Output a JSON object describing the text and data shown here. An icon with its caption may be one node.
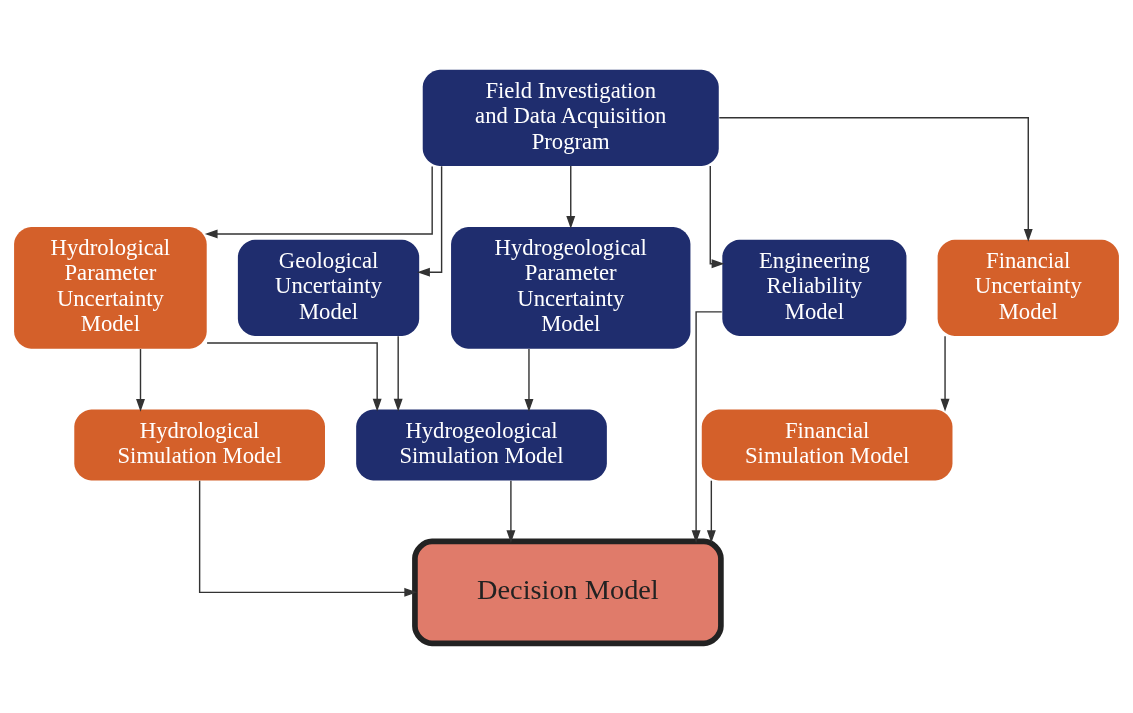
{
  "diagram": {
    "nodes": [
      {
        "text": [
          "Field Investigation and Data Acquisition Program"
        ]
      },
      {
        "text": [
          "Hydrological Parameter Uncertainty Model"
        ]
      },
      {
        "text": [
          "Geological Uncertainty Model"
        ]
      },
      {
        "text": [
          "Hydrogeological Parameter Uncertainty Model"
        ]
      },
      {
        "text": [
          "Engineering Reliability Model"
        ]
      },
      {
        "text": [
          "Financial Uncertainty Model"
        ]
      },
      {
        "text": [
          "Hydrological Simulation Model"
        ]
      },
      {
        "text": [
          "Hydrogeological Simulation Model"
        ]
      },
      {
        "text": [
          "Financial Simulation Model"
        ]
      },
      {
        "text": [
          "Decision Model"
        ]
      }
    ],
    "edges": [
      {
        "from": 0,
        "to": 1,
        "arrow": "to"
      },
      {
        "from": 0,
        "to": 2,
        "arrow": "to"
      },
      {
        "from": 0,
        "to": 3,
        "arrow": "to"
      },
      {
        "from": 0,
        "to": 4,
        "arrow": "to"
      },
      {
        "from": 0,
        "to": 5,
        "arrow": "to"
      },
      {
        "from": 1,
        "to": 6,
        "arrow": "to"
      },
      {
        "from": 1,
        "to": 7,
        "arrow": "to"
      },
      {
        "from": 2,
        "to": 7,
        "arrow": "to"
      },
      {
        "from": 3,
        "to": 7,
        "arrow": "to"
      },
      {
        "from": 5,
        "to": 8,
        "arrow": "to"
      },
      {
        "from": 6,
        "to": 9,
        "arrow": "to"
      },
      {
        "from": 7,
        "to": 9,
        "arrow": "to"
      },
      {
        "from": 4,
        "to": 9,
        "arrow": "to"
      },
      {
        "from": 8,
        "to": 9,
        "arrow": "to"
      }
    ]
  }
}
